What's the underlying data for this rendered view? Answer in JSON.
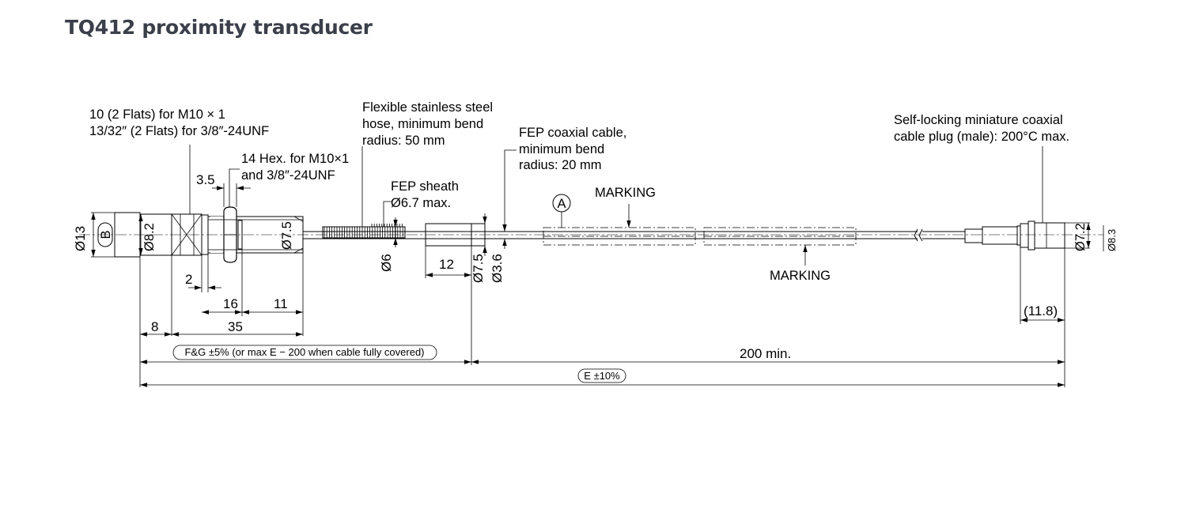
{
  "page": {
    "title": "TQ412 proximity transducer"
  },
  "callouts": {
    "flats_line1": "10 (2 Flats) for M10 × 1",
    "flats_line2": "13/32″ (2 Flats) for 3/8″-24UNF",
    "hex_line1": "14 Hex. for M10×1",
    "hex_line2": "and 3/8″-24UNF",
    "hose_line1": "Flexible stainless steel",
    "hose_line2": "hose, minimum bend",
    "hose_line3": "radius: 50 mm",
    "sheath_line1": "FEP sheath",
    "sheath_line2": "Ø6.7 max.",
    "cable_line1": "FEP coaxial cable,",
    "cable_line2": "minimum bend",
    "cable_line3": "radius: 20 mm",
    "plug_line1": "Self-locking miniature coaxial",
    "plug_line2": "cable plug (male): 200°C max.",
    "marking_top": "MARKING",
    "marking_bottom": "MARKING",
    "circle_a": "A",
    "circle_b": "B"
  },
  "dimensions": {
    "d13": "Ø13",
    "d8_2": "Ø8.2",
    "d7_5_thread": "Ø7.5",
    "d6": "Ø6",
    "d7_5_sheath": "Ø7.5",
    "d3_6": "Ø3.6",
    "d7_2": "Ø7.2",
    "d_edge": "Ø8.3",
    "len_3_5": "3.5",
    "len_2": "2",
    "len_16": "16",
    "len_11": "11",
    "len_8": "8",
    "len_35": "35",
    "len_12": "12",
    "len_11_8": "(11.8)",
    "len_200min": "200 min.",
    "fg_note": "F&G ±5% (or max E − 200 when cable fully covered)",
    "e_note": "E ±10%"
  }
}
